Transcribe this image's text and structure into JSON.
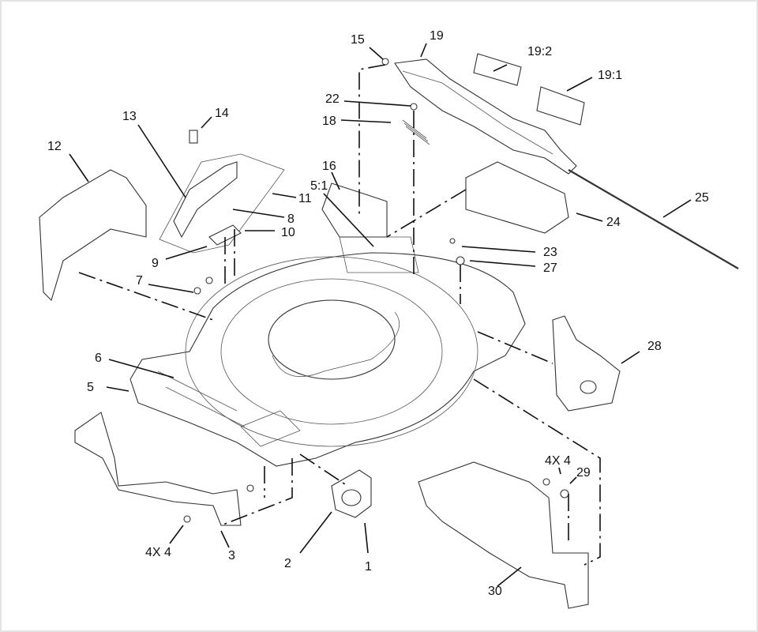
{
  "diagram": {
    "title": "Mower deck exploded parts view",
    "callouts": [
      {
        "id": "1",
        "text": "1",
        "part": "bolt"
      },
      {
        "id": "2",
        "text": "2",
        "part": "front wheel bracket"
      },
      {
        "id": "3",
        "text": "3",
        "part": "front bumper bracket"
      },
      {
        "id": "4",
        "text": "4X 4",
        "part": "nut (qty 4)"
      },
      {
        "id": "4b",
        "text": "4X 4",
        "part": "nut (qty 4)"
      },
      {
        "id": "5",
        "text": "5",
        "part": "deck housing"
      },
      {
        "id": "5_1",
        "text": "5:1",
        "part": "deck decal"
      },
      {
        "id": "6",
        "text": "6",
        "part": "front deck panel"
      },
      {
        "id": "7",
        "text": "7",
        "part": "nut"
      },
      {
        "id": "8",
        "text": "8",
        "part": "push pin"
      },
      {
        "id": "9",
        "text": "9",
        "part": "height adjuster bracket"
      },
      {
        "id": "10",
        "text": "10",
        "part": "adjuster spring"
      },
      {
        "id": "11",
        "text": "11",
        "part": "rod"
      },
      {
        "id": "12",
        "text": "12",
        "part": "rear flap / side shield"
      },
      {
        "id": "13",
        "text": "13",
        "part": "height adjust lever"
      },
      {
        "id": "14",
        "text": "14",
        "part": "lever knob"
      },
      {
        "id": "15",
        "text": "15",
        "part": "nut"
      },
      {
        "id": "16",
        "text": "16",
        "part": "adjuster plate"
      },
      {
        "id": "18",
        "text": "18",
        "part": "spring"
      },
      {
        "id": "19",
        "text": "19",
        "part": "handle assembly"
      },
      {
        "id": "19_1",
        "text": "19:1",
        "part": "decal"
      },
      {
        "id": "19_2",
        "text": "19:2",
        "part": "decal"
      },
      {
        "id": "22",
        "text": "22",
        "part": "bolt"
      },
      {
        "id": "23",
        "text": "23",
        "part": "bolt"
      },
      {
        "id": "24",
        "text": "24",
        "part": "discharge cover"
      },
      {
        "id": "25",
        "text": "25",
        "part": "cable rod"
      },
      {
        "id": "27",
        "text": "27",
        "part": "pin"
      },
      {
        "id": "28",
        "text": "28",
        "part": "rear wheel bracket"
      },
      {
        "id": "29",
        "text": "29",
        "part": "washer"
      },
      {
        "id": "30",
        "text": "30",
        "part": "rear shield"
      }
    ]
  }
}
